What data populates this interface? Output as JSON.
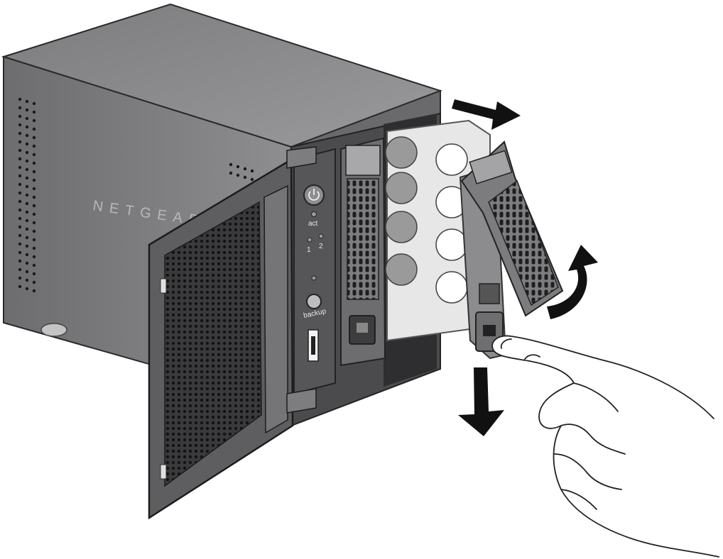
{
  "illustration": {
    "brand_text": "NETGEAR",
    "led_labels": {
      "activity": "act",
      "disk1": "1",
      "disk2": "2"
    },
    "button_label": "backup",
    "colors": {
      "chassis_dark": "#5a5a5c",
      "chassis_side": "#7a7a7c",
      "chassis_top": "#8a8a8c",
      "tray_gray": "#8c8c8e",
      "arrow_black": "#111111",
      "finger_outline": "#222222"
    },
    "icons": [
      "power-button-icon",
      "backup-button-icon",
      "usb-port-icon",
      "slide-right-arrow-icon",
      "rotate-up-arrow-icon",
      "press-down-arrow-icon",
      "hand-icon"
    ]
  }
}
